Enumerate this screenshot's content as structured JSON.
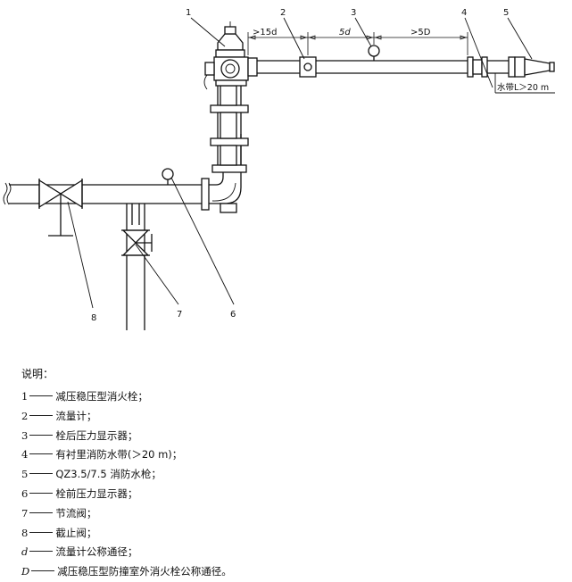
{
  "diagram": {
    "callouts": [
      "1",
      "2",
      "3",
      "4",
      "5",
      "6",
      "7",
      "8"
    ],
    "dim_15d": ">15d",
    "dim_5d": "5d",
    "dim_5D": ">5D",
    "hose_label": "水带L＞20 m"
  },
  "legend": {
    "heading": "说明：",
    "items": [
      {
        "key": "1",
        "text": "减压稳压型消火栓；"
      },
      {
        "key": "2",
        "text": "流量计；"
      },
      {
        "key": "3",
        "text": "栓后压力显示器；"
      },
      {
        "key": "4",
        "text": "有衬里消防水带(＞20 m)；"
      },
      {
        "key": "5",
        "text": "QZ3.5/7.5 消防水枪；"
      },
      {
        "key": "6",
        "text": "栓前压力显示器；"
      },
      {
        "key": "7",
        "text": "节流阀；"
      },
      {
        "key": "8",
        "text": "截止阀；"
      },
      {
        "key": "d",
        "text": "流量计公称通径；"
      },
      {
        "key": "D",
        "text": "减压稳压型防撞室外消火栓公称通径。"
      }
    ]
  }
}
